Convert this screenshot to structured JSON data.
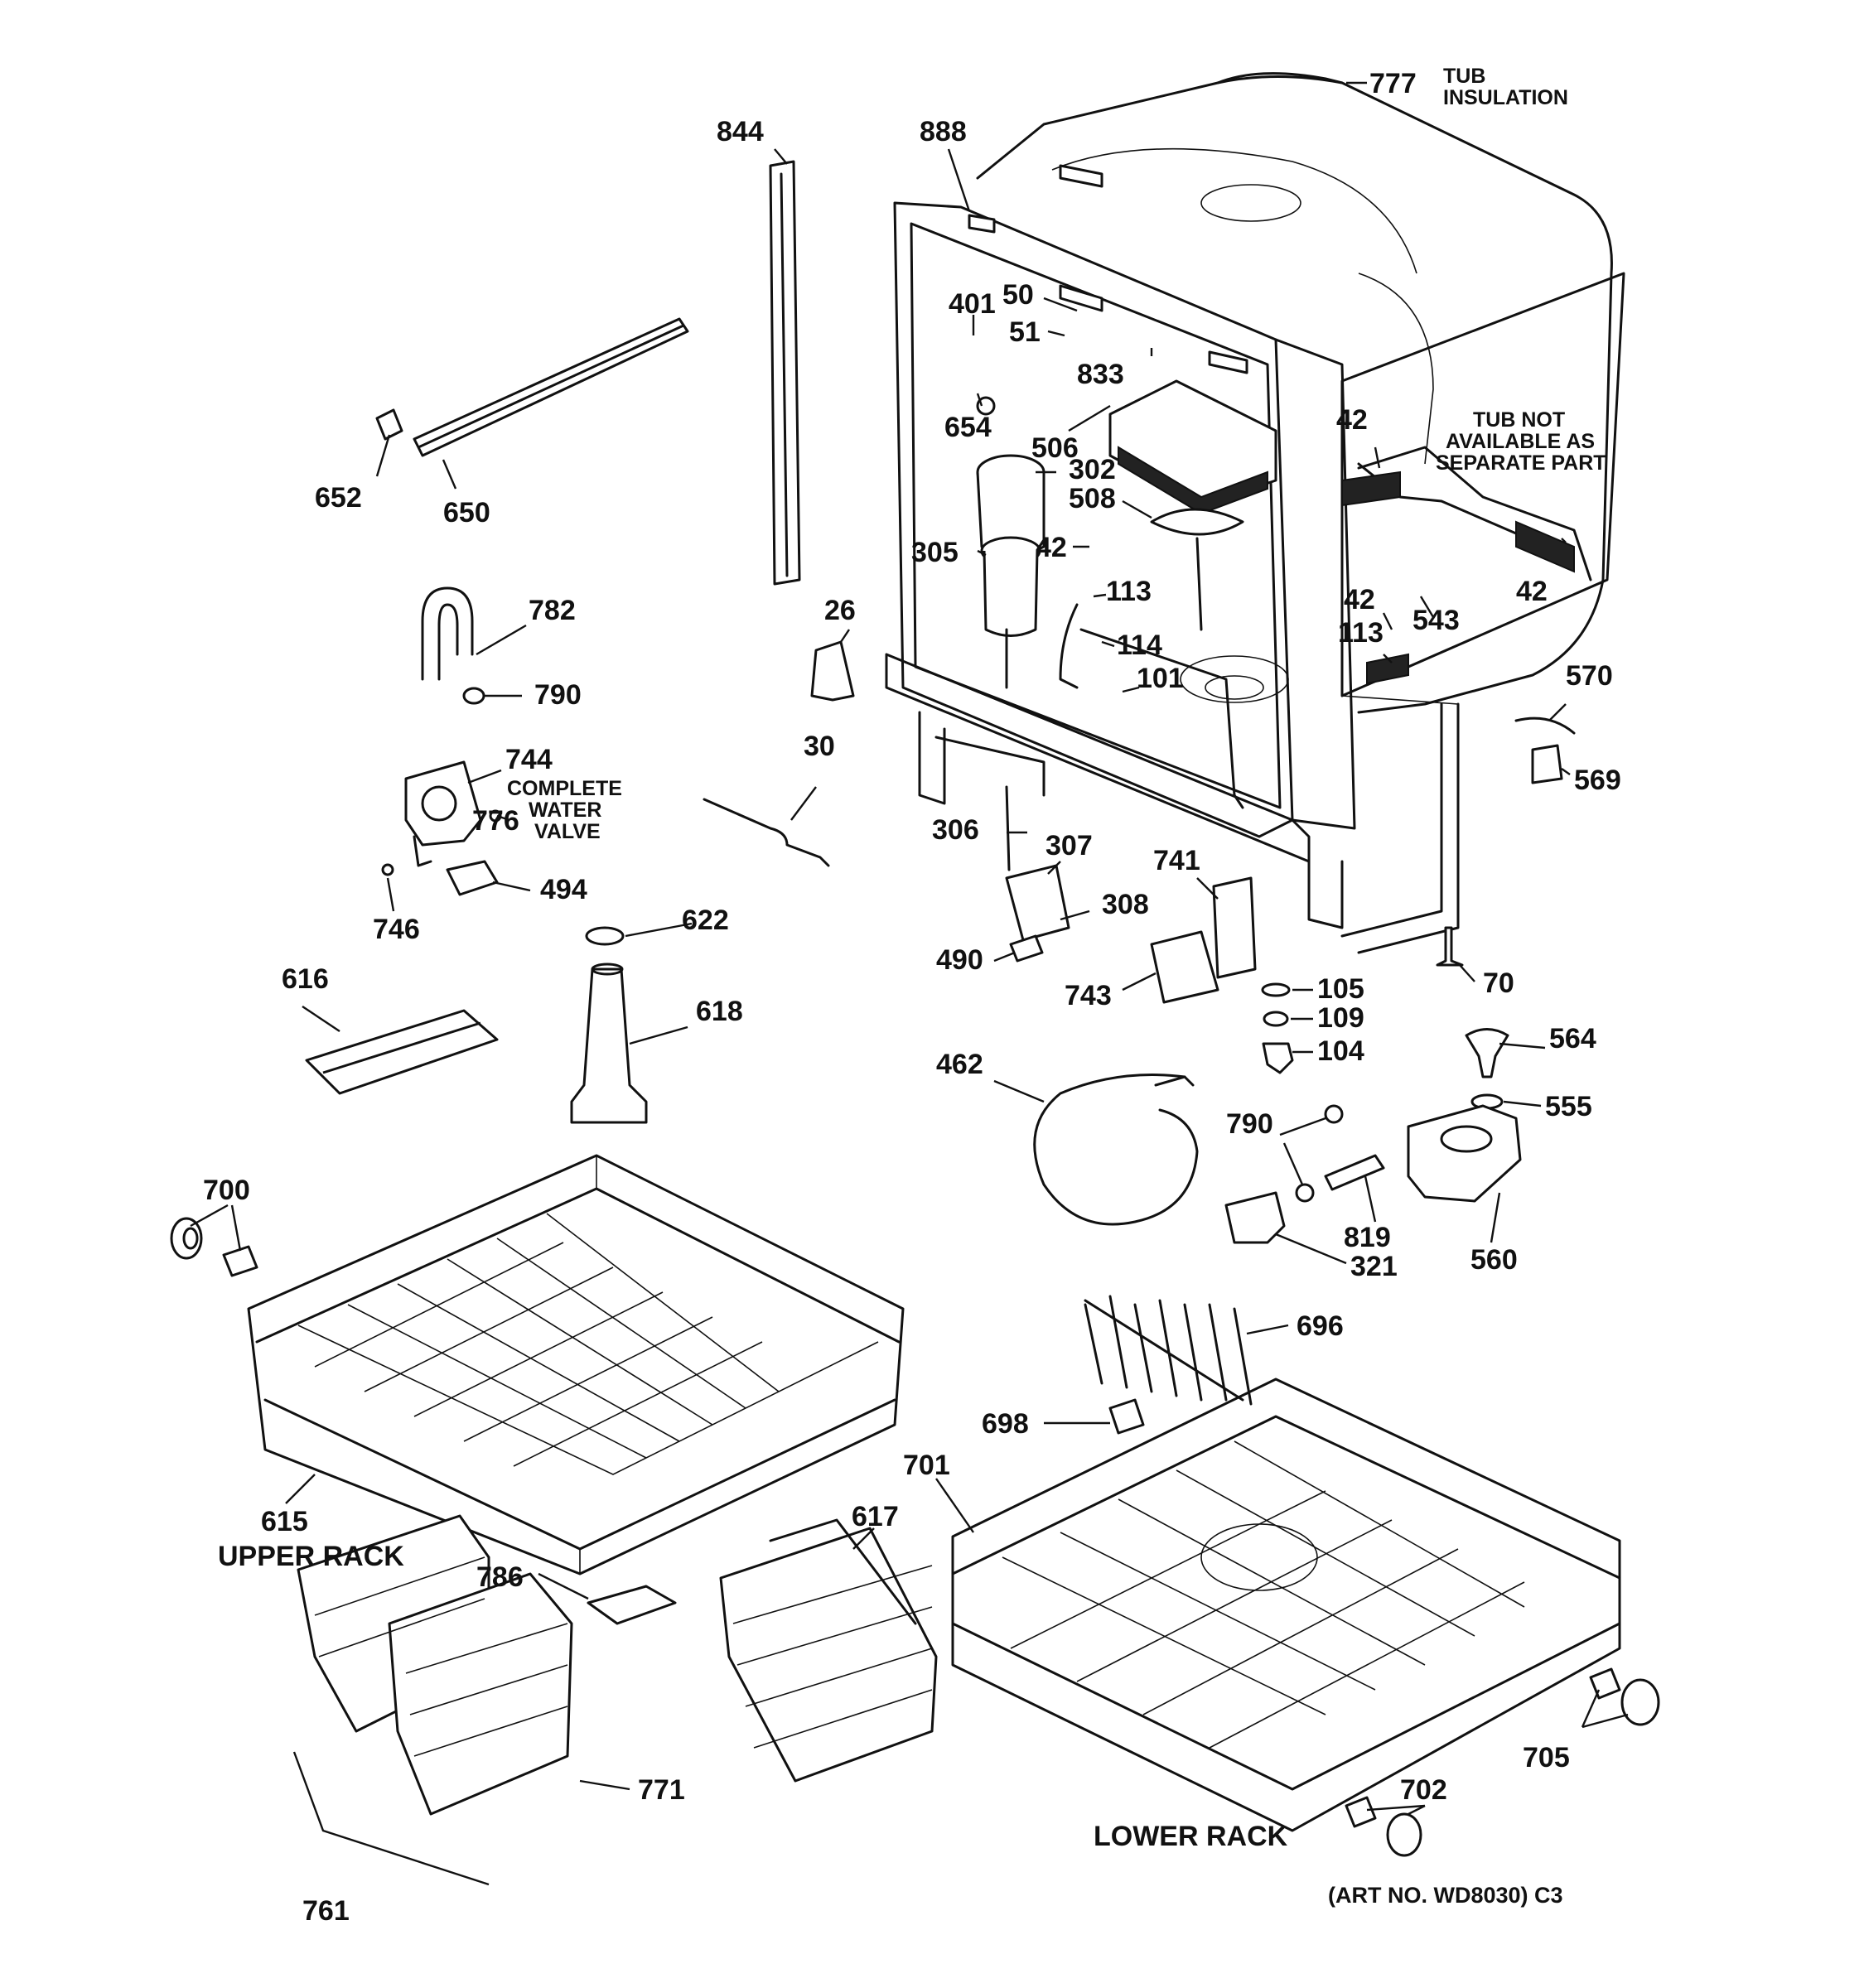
{
  "callouts": {
    "c777": "777",
    "c844": "844",
    "c888": "888",
    "c401": "401",
    "c50": "50",
    "c51": "51",
    "c833": "833",
    "c654": "654",
    "c506": "506",
    "c302": "302",
    "c508": "508",
    "c305": "305",
    "c42a": "42",
    "c113a": "113",
    "c114": "114",
    "c101": "101",
    "c42b": "42",
    "c42c": "42",
    "c42d": "42",
    "c113b": "113",
    "c543": "543",
    "c570": "570",
    "c569": "569",
    "c652": "652",
    "c650": "650",
    "c782": "782",
    "c790a": "790",
    "c26": "26",
    "c744": "744",
    "c776": "776",
    "c494": "494",
    "c746": "746",
    "c30": "30",
    "c622": "622",
    "c618": "618",
    "c616": "616",
    "c306": "306",
    "c307": "307",
    "c308": "308",
    "c490": "490",
    "c741": "741",
    "c743": "743",
    "c105": "105",
    "c109": "109",
    "c104": "104",
    "c70": "70",
    "c564": "564",
    "c555": "555",
    "c462": "462",
    "c790b": "790",
    "c819": "819",
    "c321": "321",
    "c560": "560",
    "c700": "700",
    "c696": "696",
    "c698": "698",
    "c615": "615",
    "c701": "701",
    "c617": "617",
    "c786": "786",
    "c771": "771",
    "c702": "702",
    "c705": "705",
    "c761": "761"
  },
  "notes": {
    "tub_insulation_1": "TUB",
    "tub_insulation_2": "INSULATION",
    "tub_not_1": "TUB NOT",
    "tub_not_2": "AVAILABLE AS",
    "tub_not_3": "SEPARATE PART",
    "water_valve_1": "COMPLETE",
    "water_valve_2": "WATER",
    "water_valve_3": "VALVE"
  },
  "titles": {
    "upper_rack": "UPPER RACK",
    "lower_rack": "LOWER RACK"
  },
  "art_number": "(ART NO. WD8030) C3"
}
